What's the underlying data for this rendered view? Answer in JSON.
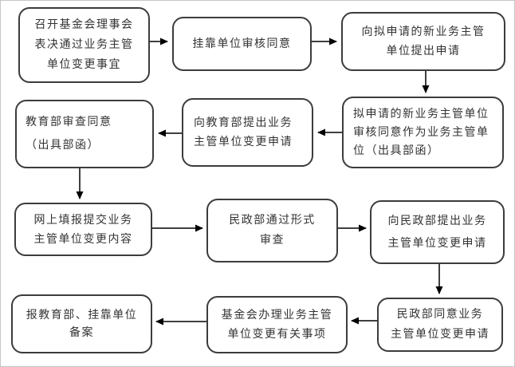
{
  "diagram_type": "flowchart",
  "colors": {
    "background": "#ffffff",
    "box_border": "#3c3c3c",
    "text": "#333333",
    "arrow": "#000000",
    "canvas_frame": "#c6c6c6"
  },
  "flowchart": {
    "boxes": {
      "convene_board": {
        "lines": [
          "召开基金会理事会",
          "表决通过业务主管",
          "单位变更事宜"
        ]
      },
      "affiliate_approve": {
        "lines": [
          "挂靠单位审核同意"
        ]
      },
      "apply_new_supervisor": {
        "lines": [
          "向拟申请的新业务主管",
          "单位提出申请"
        ]
      },
      "new_supervisor_approve": {
        "lines": [
          "拟申请的新业务主管单位",
          "审核同意作为业务主管单",
          "位（出具部函）"
        ]
      },
      "apply_moe": {
        "lines": [
          "向教育部提出业务",
          "主管单位变更申请"
        ]
      },
      "moe_approve": {
        "lines": [
          "教育部审查同意",
          "（出具部函）"
        ]
      },
      "online_submit": {
        "lines": [
          "网上填报提交业务",
          "主管单位变更内容"
        ]
      },
      "mca_formal_review": {
        "lines": [
          "民政部通过形式",
          "审查"
        ]
      },
      "apply_mca": {
        "lines": [
          "向民政部提出业务",
          "主管单位变更申请"
        ]
      },
      "mca_approve": {
        "lines": [
          "民政部同意业务",
          "主管单位变更申请"
        ]
      },
      "foundation_handle": {
        "lines": [
          "基金会办理业务主管",
          "单位变更有关事项"
        ]
      },
      "filing_record": {
        "lines": [
          "报教育部、挂靠单位",
          "备案"
        ]
      }
    },
    "edges": [
      {
        "from": "convene_board",
        "to": "affiliate_approve",
        "direction": "right"
      },
      {
        "from": "affiliate_approve",
        "to": "apply_new_supervisor",
        "direction": "right"
      },
      {
        "from": "apply_new_supervisor",
        "to": "new_supervisor_approve",
        "direction": "down"
      },
      {
        "from": "new_supervisor_approve",
        "to": "apply_moe",
        "direction": "left"
      },
      {
        "from": "apply_moe",
        "to": "moe_approve",
        "direction": "left"
      },
      {
        "from": "moe_approve",
        "to": "online_submit",
        "direction": "down"
      },
      {
        "from": "online_submit",
        "to": "mca_formal_review",
        "direction": "right"
      },
      {
        "from": "mca_formal_review",
        "to": "apply_mca",
        "direction": "right"
      },
      {
        "from": "apply_mca",
        "to": "mca_approve",
        "direction": "down"
      },
      {
        "from": "mca_approve",
        "to": "foundation_handle",
        "direction": "left"
      },
      {
        "from": "foundation_handle",
        "to": "filing_record",
        "direction": "left"
      }
    ]
  }
}
